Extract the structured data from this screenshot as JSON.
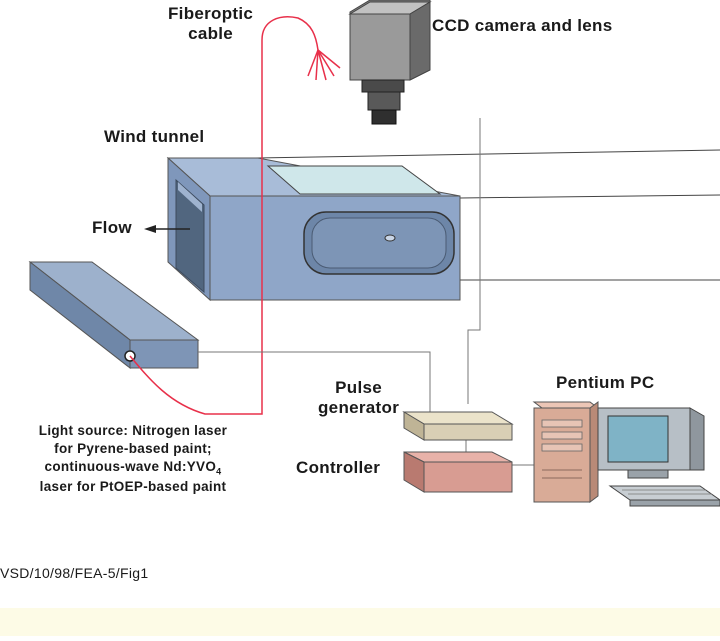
{
  "labels": {
    "fiberoptic": "Fiberoptic\ncable",
    "camera": "CCD camera and lens",
    "wind_tunnel": "Wind tunnel",
    "flow": "Flow",
    "pulse_generator": "Pulse\ngenerator",
    "controller": "Controller",
    "pc": "Pentium PC",
    "light_source_lines": [
      "Light source: Nitrogen laser",
      "for Pyrene-based paint;",
      "continuous-wave Nd:YVO",
      "laser for PtOEP-based paint"
    ],
    "light_source_subscript": "4",
    "figure_id": "VSD/10/98/FEA-5/Fig1"
  },
  "colors": {
    "fiber": "#e8304a",
    "tunnel_front": "#8fa6c8",
    "tunnel_top": "#a8bcd8",
    "tunnel_inner": "#5f7594",
    "window": "#cfe7ea",
    "laser_top": "#9db1cc",
    "laser_side": "#7088aa",
    "pulse_gen": "#d9cfb5",
    "controller": "#d89c92",
    "pc_case": "#d9ab97",
    "monitor_screen": "#7fb3c6",
    "footer_strip": "#fdfbe6"
  }
}
